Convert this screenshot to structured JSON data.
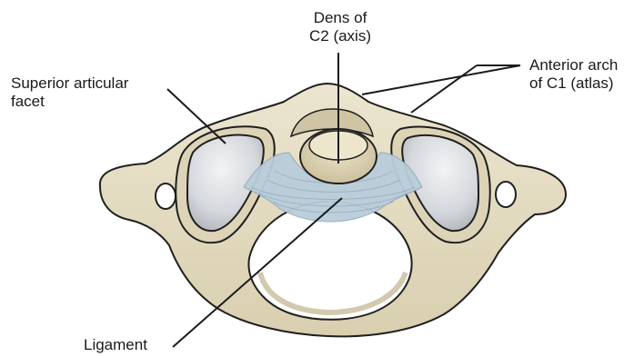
{
  "labels": {
    "dens": {
      "line1": "Dens of",
      "line2": "C2 (axis)"
    },
    "anterior_arch": {
      "line1": "Anterior arch",
      "line2": "of C1 (atlas)"
    },
    "superior_facet": {
      "line1": "Superior articular",
      "line2": "facet"
    },
    "ligament": {
      "line1": "Ligament"
    }
  },
  "colors": {
    "bone": "#e4dcc4",
    "bone_outline": "#1f1f1f",
    "bone_shadow": "#c9bc98",
    "facet": "#d3d6da",
    "facet_highlight": "#eef0f2",
    "dens": "#d8cfb2",
    "ligament": "#b9cdda",
    "leader_line": "#1a1a1a"
  }
}
